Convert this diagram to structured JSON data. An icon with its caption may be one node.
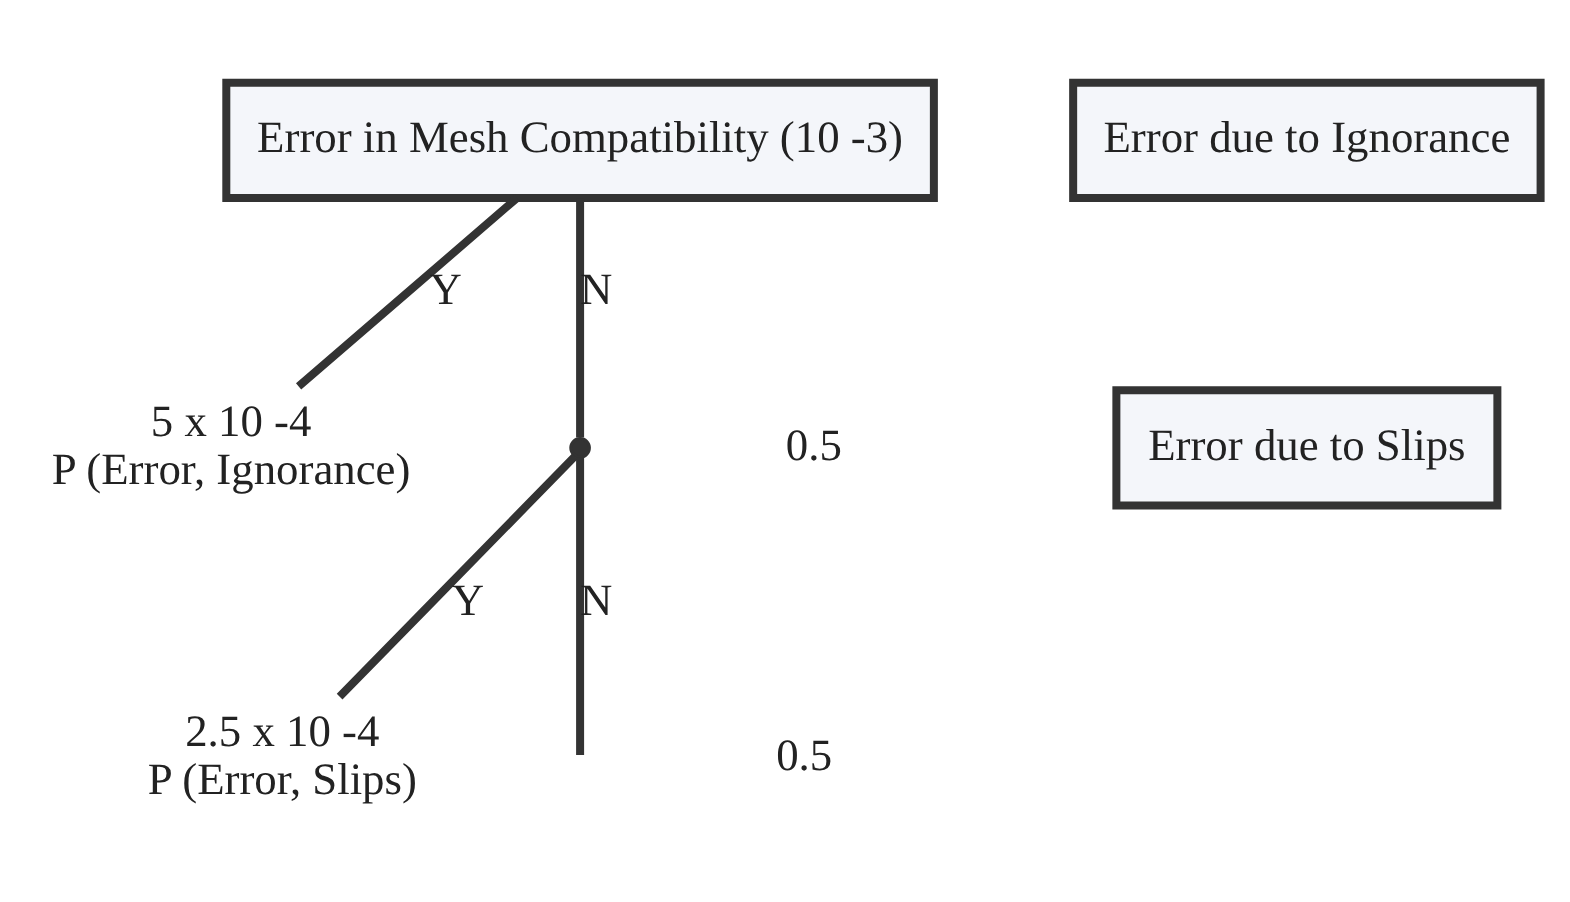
{
  "diagram": {
    "nodes": [
      {
        "text": [
          "Error in Mesh Compatibility (10 -3)"
        ]
      },
      {
        "text": [
          "Error due to Ignorance"
        ]
      },
      {
        "text": [
          "Error due to Slips"
        ]
      },
      {
        "text": [
          "5 x 10 -4",
          "P (Error, Ignorance)"
        ]
      },
      {
        "text": [],
        "shape": "point"
      },
      {
        "text": [
          "2.5 x 10 -4",
          "P (Error, Slips)"
        ]
      }
    ],
    "edges": [
      {
        "from": 0,
        "to": 3,
        "arrow": "none",
        "label": "Y"
      },
      {
        "from": 0,
        "to": 4,
        "arrow": "none",
        "label": "N"
      },
      {
        "from": 4,
        "to": 5,
        "arrow": "none",
        "label": "Y"
      },
      {
        "from": 4,
        "to": null,
        "arrow": "none",
        "label": "N"
      }
    ],
    "labels": [
      "0.5",
      "0.5"
    ]
  }
}
